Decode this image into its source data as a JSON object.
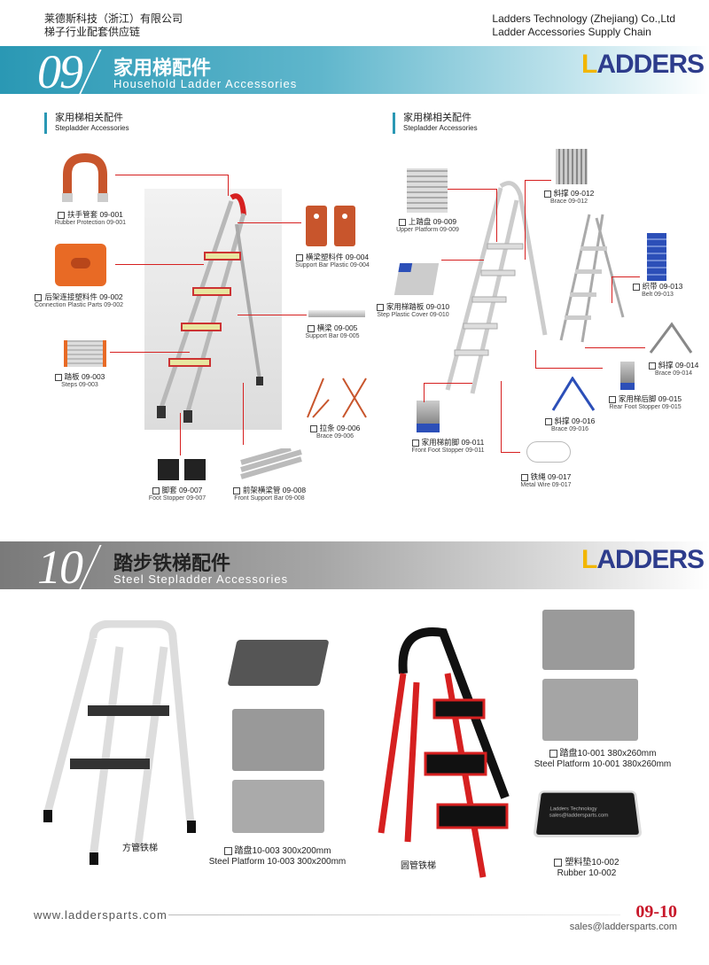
{
  "header": {
    "cn_company": "莱德斯科技（浙江）有限公司",
    "cn_tagline": "梯子行业配套供应链",
    "en_company": "Ladders Technology (Zhejiang) Co.,Ltd",
    "en_tagline": "Ladder Accessories Supply Chain"
  },
  "section9": {
    "num": "09",
    "title": "家用梯配件",
    "subtitle": "Household Ladder Accessories",
    "logo": "LADDERS",
    "left": {
      "cn": "家用梯相关配件",
      "en": "Stepladder Accessories"
    },
    "right": {
      "cn": "家用梯相关配件",
      "en": "Stepladder Accessories"
    },
    "items": [
      {
        "cn": "扶手管套 09-001",
        "en": "Rubber Protection 09-001"
      },
      {
        "cn": "后架连接塑料件 09-002",
        "en": "Connection Plastic Parts 09-002"
      },
      {
        "cn": "踏板 09-003",
        "en": "Steps 09-003"
      },
      {
        "cn": "横梁塑料件 09-004",
        "en": "Support Bar Plastic 09-004"
      },
      {
        "cn": "横梁 09-005",
        "en": "Support Bar 09-005"
      },
      {
        "cn": "拉条 09-006",
        "en": "Brace 09-006"
      },
      {
        "cn": "脚套 09-007",
        "en": "Foot Stopper 09-007"
      },
      {
        "cn": "前架横梁管 09-008",
        "en": "Front Support Bar 09-008"
      },
      {
        "cn": "上踏盘 09-009",
        "en": "Upper Platform 09-009"
      },
      {
        "cn": "家用梯踏板 09-010",
        "en": "Step Plastic Cover 09-010"
      },
      {
        "cn": "家用梯前脚 09-011",
        "en": "Front Foot Stopper 09-011"
      },
      {
        "cn": "斜撑 09-012",
        "en": "Brace 09-012"
      },
      {
        "cn": "织带 09-013",
        "en": "Belt 09-013"
      },
      {
        "cn": "斜撑 09-014",
        "en": "Brace 09-014"
      },
      {
        "cn": "家用梯后脚 09-015",
        "en": "Rear Foot Stopper 09-015"
      },
      {
        "cn": "斜撑 09-016",
        "en": "Brace 09-016"
      },
      {
        "cn": "铁绳 09-017",
        "en": "Metal Wire 09-017"
      }
    ]
  },
  "section10": {
    "num": "10",
    "title": "踏步铁梯配件",
    "subtitle": "Steel Stepladder Accessories",
    "logo": "LADDERS",
    "ladder1": "方管铁梯",
    "ladder2": "圆管铁梯",
    "items": [
      {
        "cn": "踏盘10-003 300x200mm",
        "en": "Steel Platform 10-003 300x200mm"
      },
      {
        "cn": "踏盘10-001 380x260mm",
        "en": "Steel Platform 10-001 380x260mm"
      },
      {
        "cn": "塑料垫10-002",
        "en": "Rubber 10-002"
      }
    ],
    "pad_text": [
      "Ladders Technology",
      "sales@laddersparts.com"
    ]
  },
  "footer": {
    "url": "www.laddersparts.com",
    "page": "09-10",
    "email": "sales@laddersparts.com"
  },
  "colors": {
    "teal": "#2a98b4",
    "red": "#d62020",
    "navy": "#2d3c8c",
    "gold": "#f2b600"
  }
}
